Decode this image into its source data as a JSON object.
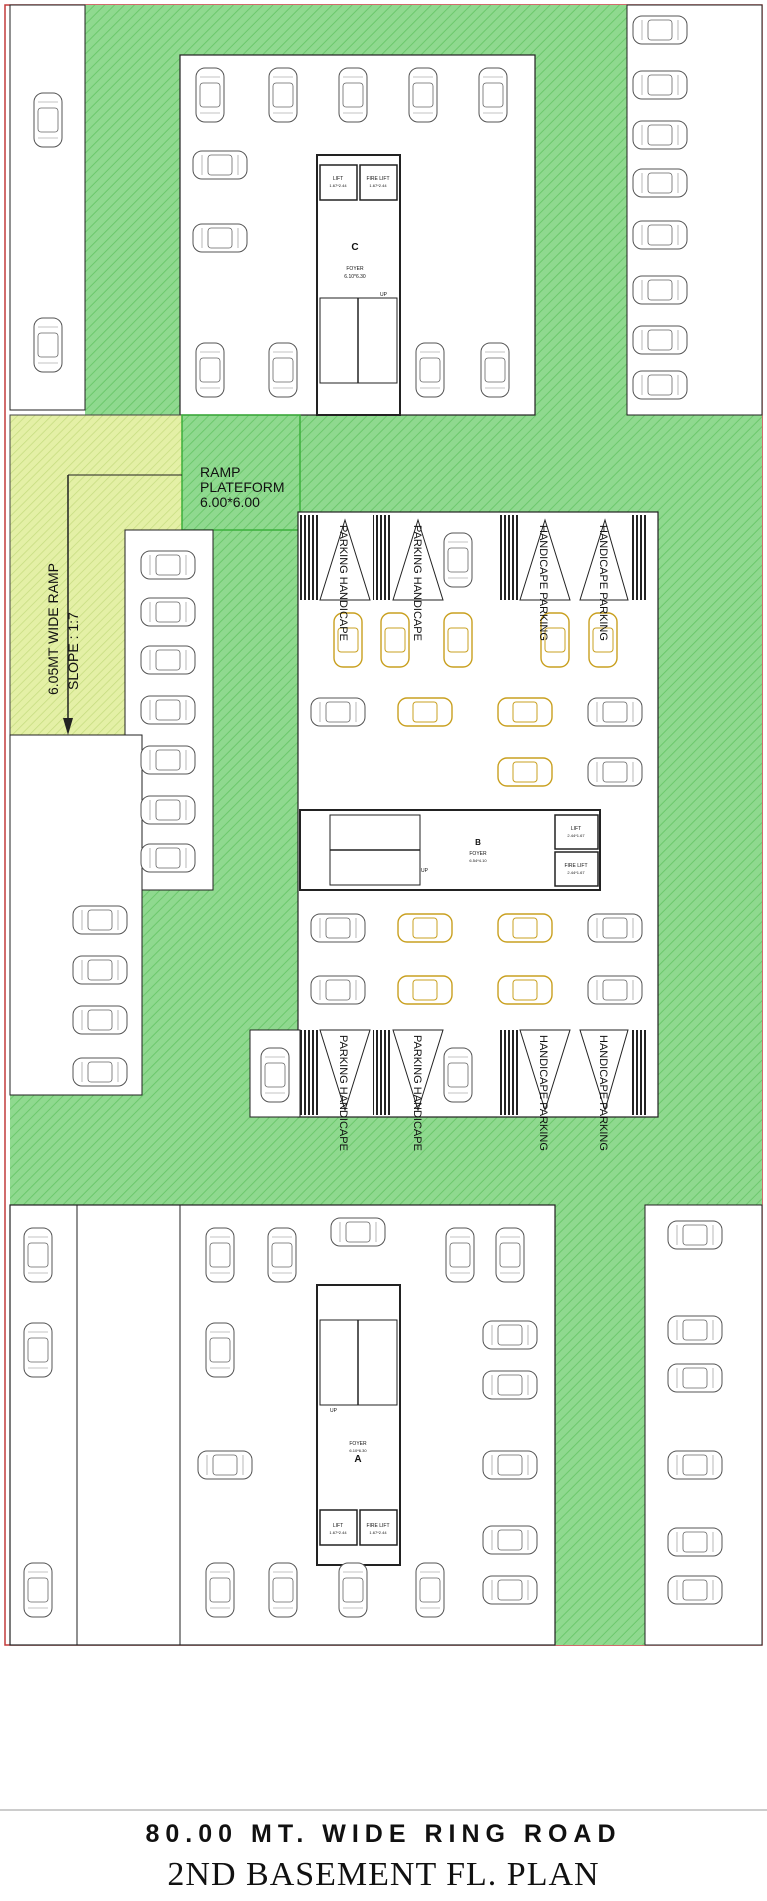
{
  "road_label": "80.00 MT. WIDE RING ROAD",
  "plan_title": "2ND BASEMENT FL. PLAN",
  "ramp": {
    "platform_line1": "RAMP",
    "platform_line2": "PLATEFORM",
    "platform_line3": "6.00*6.00",
    "width_label": "6.05MT WIDE RAMP",
    "slope_label": "SLOPE : 1:7"
  },
  "cores": {
    "a": {
      "letter": "A",
      "foyer": "FOYER",
      "foyer_size": "6.10*6.30",
      "lift": "LIFT",
      "lift_size": "1.67*2.44",
      "fire_lift": "FIRE LIFT",
      "fire_lift_size": "1.67*2.44",
      "up": "UP"
    },
    "b": {
      "letter": "B",
      "foyer": "FOYER",
      "foyer_size": "6.54*4.10",
      "lift": "LIFT",
      "lift_size": "2.44*1.67",
      "fire_lift": "FIRE LIFT",
      "fire_lift_size": "2.44*1.67",
      "up": "UP"
    },
    "c": {
      "letter": "C",
      "foyer": "FOYER",
      "foyer_size": "6.10*6.30",
      "lift": "LIFT",
      "lift_size": "1.67*2.44",
      "fire_lift": "FIRE LIFT",
      "fire_lift_size": "1.67*2.44",
      "up": "UP"
    }
  },
  "handicap_labels": [
    "PARKING HANDICAPE",
    "PARKING HANDICAPE",
    "HANDICAPE PARKING",
    "HANDICAPE PARKING"
  ],
  "colors": {
    "green_area": "#8fd98f",
    "green_hatch": "#6cc86c",
    "ramp_fill": "#e4f0a6",
    "highlight_car": "#c9a020",
    "boundary": "#c23b3b",
    "line": "#222222"
  }
}
